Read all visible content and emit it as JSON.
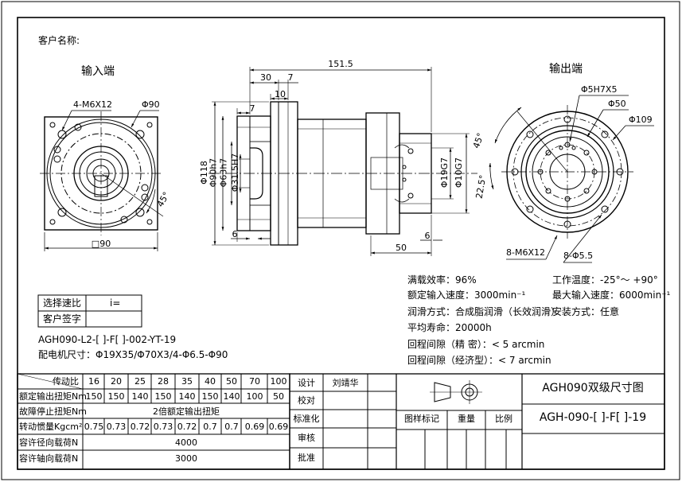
{
  "header": {
    "customer_name_label": "客户名称:"
  },
  "views": {
    "input_label": "输入端",
    "output_label": "输出端"
  },
  "dims": {
    "overall_length": "151.5",
    "d30": "30",
    "d7_top": "7",
    "d10": "10",
    "d7_left": "7",
    "d6_left": "6",
    "d6_right": "6",
    "d50": "50",
    "phi118": "Φ118",
    "phi90h7": "Φ90h7",
    "phi63h7": "Φ63h7",
    "phi315h7": "Φ31.5H7",
    "phi19g7": "Φ19G7",
    "phi10g7": "Φ10G7",
    "input_holes": "4-M6X12",
    "input_phi90": "Φ90",
    "input_angle": "45°",
    "input_square": "□90",
    "out_phi5": "Φ5H7X5",
    "out_phi50": "Φ50",
    "out_phi109": "Φ109",
    "out_angle45": "45°",
    "out_angle225": "22.5°",
    "out_holes_m6": "8-M6X12",
    "out_holes_55": "8-Φ5.5"
  },
  "specs": {
    "left": [
      "满载效率：96%",
      "额定输入速度：3000min⁻¹",
      "润滑方式：合成脂润滑（长效润滑）",
      "平均寿命：20000h",
      "回程间隙（精 密）：< 5 arcmin",
      "回程间隙（经济型）：< 7 arcmin"
    ],
    "right": [
      "工作温度：-25°～ +90°",
      "最大输入速度：6000min⁻¹",
      "安装方式：任意"
    ]
  },
  "select_table": {
    "ratio_label": "选择速比",
    "ratio_value": "i=",
    "sign_label": "客户签字"
  },
  "model_code": "AGH090-L2-[     ]-F[     ]-002-YT-19",
  "motor_size": "配电机尺寸：Φ19X35/Φ70X3/4-Φ6.5-Φ90",
  "params_table": {
    "ratio_header": "传动比",
    "ratios": [
      "16",
      "20",
      "25",
      "28",
      "35",
      "40",
      "50",
      "70",
      "100"
    ],
    "torque_label": "额定输出扭矩Nm",
    "torque": [
      "150",
      "150",
      "140",
      "150",
      "140",
      "150",
      "140",
      "100",
      "50"
    ],
    "estop_label": "故障停止扭矩Nm",
    "estop_value": "2倍额定输出扭矩",
    "inertia_label": "转动惯量Kgcm²",
    "inertia": [
      "0.75",
      "0.73",
      "0.72",
      "0.73",
      "0.72",
      "0.7",
      "0.7",
      "0.69",
      "0.69"
    ],
    "radial_label": "容许径向载荷N",
    "radial_value": "4000",
    "axial_label": "容许轴向载荷N",
    "axial_value": "3000"
  },
  "title_block": {
    "design_label": "设计",
    "designer": "刘靖华",
    "check_label": "校对",
    "std_label": "标准化",
    "review_label": "审核",
    "approve_label": "批准",
    "mark_label": "图样标记",
    "weight_label": "重量",
    "scale_label": "比例",
    "title": "AGH090双级尺寸图",
    "code": "AGH-090-[    ]-F[    ]-19"
  }
}
